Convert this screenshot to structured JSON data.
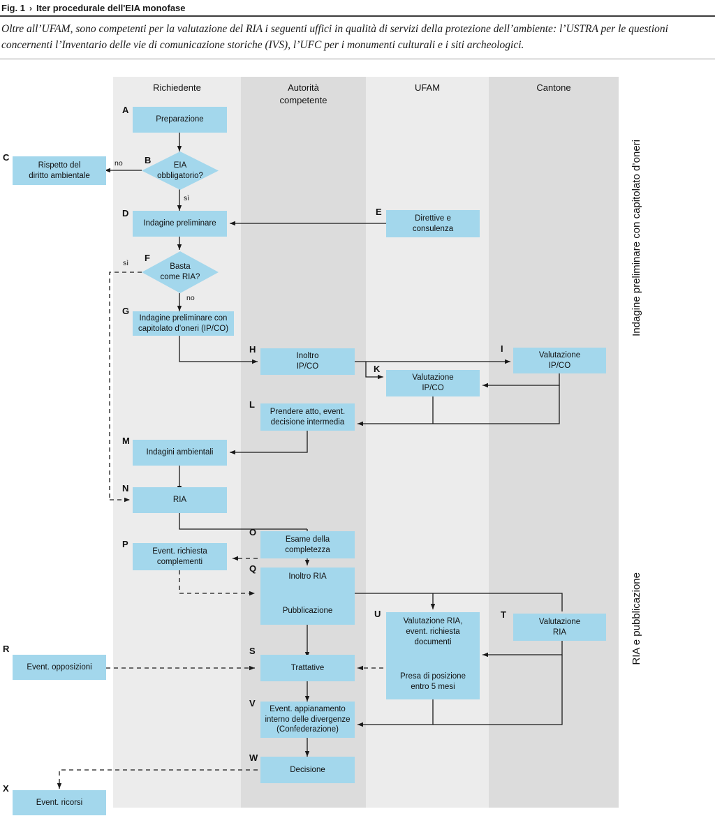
{
  "header": {
    "fig_no": "Fig. 1",
    "arrow": "›",
    "title": "Iter procedurale dell'EIA monofase",
    "intro": "Oltre all’UFAM, sono competenti per la valutazione del RIA i seguenti uffici in qualità di servizi della protezione dell’ambiente: l’USTRA per le questioni concernenti l’Inventario delle vie di comunicazione storiche (IVS), l’UFC per i monumenti culturali e i siti archeologici."
  },
  "colors": {
    "node_fill": "#a3d7ec",
    "band_light": "#ececec",
    "band_dark": "#dcdcdc",
    "line": "#1a1a1a"
  },
  "columns": [
    {
      "label": "Richiedente"
    },
    {
      "label": "Autorità\ncompetente",
      "line1": "Autorità",
      "line2": "competente"
    },
    {
      "label": "UFAM"
    },
    {
      "label": "Cantone"
    }
  ],
  "phase_labels": [
    {
      "text": "Indagine preliminare con capitolato d’oneri"
    },
    {
      "text": "RIA e pubblicazione"
    }
  ],
  "edge_labels": [
    {
      "id": "b-no",
      "text": "no"
    },
    {
      "id": "b-si",
      "text": "sì"
    },
    {
      "id": "f-si",
      "text": "sì"
    },
    {
      "id": "f-no",
      "text": "no"
    }
  ],
  "chart_data": {
    "type": "diagram",
    "title": "Iter procedurale dell'EIA monofase",
    "lanes": [
      "Richiedente",
      "Autorità competente",
      "UFAM",
      "Cantone"
    ],
    "nodes": [
      {
        "tag": "A",
        "text": "Preparazione",
        "shape": "box",
        "lane": "Richiedente"
      },
      {
        "tag": "B",
        "text": "EIA\nobbligatorio?",
        "line1": "EIA",
        "line2": "obbligatorio?",
        "shape": "diamond",
        "lane": "Richiedente"
      },
      {
        "tag": "C",
        "text": "Rispetto del\ndiritto ambientale",
        "line1": "Rispetto del",
        "line2": "diritto ambientale",
        "shape": "box",
        "lane": "outside-left"
      },
      {
        "tag": "D",
        "text": "Indagine preliminare",
        "shape": "box",
        "lane": "Richiedente"
      },
      {
        "tag": "E",
        "text": "Direttive e\nconsulenza",
        "line1": "Direttive e",
        "line2": "consulenza",
        "shape": "box",
        "lane": "UFAM"
      },
      {
        "tag": "F",
        "text": "Basta\ncome RIA?",
        "line1": "Basta",
        "line2": "come RIA?",
        "shape": "diamond",
        "lane": "Richiedente"
      },
      {
        "tag": "G",
        "text": "Indagine preliminare con\ncapitolato d’oneri (IP/CO)",
        "line1": "Indagine preliminare con",
        "line2": "capitolato d’oneri (IP/CO)",
        "shape": "box",
        "lane": "Richiedente"
      },
      {
        "tag": "H",
        "text": "Inoltro\nIP/CO",
        "line1": "Inoltro",
        "line2": "IP/CO",
        "shape": "box",
        "lane": "Autorità competente"
      },
      {
        "tag": "I",
        "text": "Valutazione\nIP/CO",
        "line1": "Valutazione",
        "line2": "IP/CO",
        "shape": "box",
        "lane": "Cantone"
      },
      {
        "tag": "K",
        "text": "Valutazione\nIP/CO",
        "line1": "Valutazione",
        "line2": "IP/CO",
        "shape": "box",
        "lane": "UFAM"
      },
      {
        "tag": "L",
        "text": "Prendere atto, event.\ndecisione intermedia",
        "line1": "Prendere atto, event.",
        "line2": "decisione intermedia",
        "shape": "box",
        "lane": "Autorità competente"
      },
      {
        "tag": "M",
        "text": "Indagini ambientali",
        "shape": "box",
        "lane": "Richiedente"
      },
      {
        "tag": "N",
        "text": "RIA",
        "shape": "box",
        "lane": "Richiedente"
      },
      {
        "tag": "O",
        "text": "Esame della\ncompletezza",
        "line1": "Esame della",
        "line2": "completezza",
        "shape": "box",
        "lane": "Autorità competente"
      },
      {
        "tag": "P",
        "text": "Event. richiesta\ncomplementi",
        "line1": "Event. richiesta",
        "line2": "complementi",
        "shape": "box",
        "lane": "Richiedente"
      },
      {
        "tag": "Q",
        "text": "Inoltro RIA\n\nPubblicazione",
        "line1": "Inoltro RIA",
        "line2": "Pubblicazione",
        "shape": "box",
        "lane": "Autorità competente"
      },
      {
        "tag": "R",
        "text": "Event. opposizioni",
        "shape": "box",
        "lane": "outside-left"
      },
      {
        "tag": "S",
        "text": "Trattative",
        "shape": "box",
        "lane": "Autorità competente"
      },
      {
        "tag": "T",
        "text": "Valutazione\nRIA",
        "line1": "Valutazione",
        "line2": "RIA",
        "shape": "box",
        "lane": "Cantone"
      },
      {
        "tag": "U",
        "text": "Valutazione RIA,\nevent. richiesta\ndocumenti\n\nPresa di posizione\nentro 5 mesi",
        "line1": "Valutazione RIA,",
        "line2": "event. richiesta",
        "line3": "documenti",
        "line4": "Presa di posizione",
        "line5": "entro 5 mesi",
        "shape": "box",
        "lane": "UFAM"
      },
      {
        "tag": "V",
        "text": "Event. appianamento\ninterno delle divergenze\n(Confederazione)",
        "line1": "Event. appianamento",
        "line2": "interno delle divergenze",
        "line3": "(Confederazione)",
        "shape": "box",
        "lane": "Autorità competente"
      },
      {
        "tag": "W",
        "text": "Decisione",
        "shape": "box",
        "lane": "Autorità competente"
      },
      {
        "tag": "X",
        "text": "Event. ricorsi",
        "shape": "box",
        "lane": "outside-left"
      }
    ],
    "edges": [
      {
        "from": "A",
        "to": "B",
        "style": "solid"
      },
      {
        "from": "B",
        "to": "C",
        "style": "solid",
        "label": "no"
      },
      {
        "from": "B",
        "to": "D",
        "style": "solid",
        "label": "sì"
      },
      {
        "from": "E",
        "to": "D",
        "style": "solid"
      },
      {
        "from": "D",
        "to": "F",
        "style": "solid"
      },
      {
        "from": "F",
        "to": "N",
        "style": "dashed",
        "label": "sì"
      },
      {
        "from": "F",
        "to": "G",
        "style": "solid",
        "label": "no"
      },
      {
        "from": "G",
        "to": "H",
        "style": "solid"
      },
      {
        "from": "H",
        "to": "I",
        "style": "solid"
      },
      {
        "from": "H",
        "to": "K",
        "style": "solid"
      },
      {
        "from": "I",
        "to": "K",
        "style": "solid"
      },
      {
        "from": "I",
        "to": "L",
        "style": "solid"
      },
      {
        "from": "K",
        "to": "L",
        "style": "solid"
      },
      {
        "from": "L",
        "to": "M",
        "style": "solid"
      },
      {
        "from": "M",
        "to": "N",
        "style": "solid"
      },
      {
        "from": "N",
        "to": "O",
        "style": "solid"
      },
      {
        "from": "O",
        "to": "P",
        "style": "dashed"
      },
      {
        "from": "O",
        "to": "Q",
        "style": "solid"
      },
      {
        "from": "P",
        "to": "Q",
        "style": "dashed"
      },
      {
        "from": "Q",
        "to": "U",
        "style": "solid"
      },
      {
        "from": "Q",
        "to": "T",
        "style": "solid"
      },
      {
        "from": "Q",
        "to": "S",
        "style": "solid"
      },
      {
        "from": "T",
        "to": "U",
        "style": "solid"
      },
      {
        "from": "U",
        "to": "S",
        "style": "dashed"
      },
      {
        "from": "R",
        "to": "S",
        "style": "dashed"
      },
      {
        "from": "S",
        "to": "V",
        "style": "solid"
      },
      {
        "from": "U",
        "to": "V",
        "style": "solid"
      },
      {
        "from": "T",
        "to": "V",
        "style": "solid"
      },
      {
        "from": "V",
        "to": "W",
        "style": "solid"
      },
      {
        "from": "W",
        "to": "X",
        "style": "dashed"
      }
    ]
  }
}
